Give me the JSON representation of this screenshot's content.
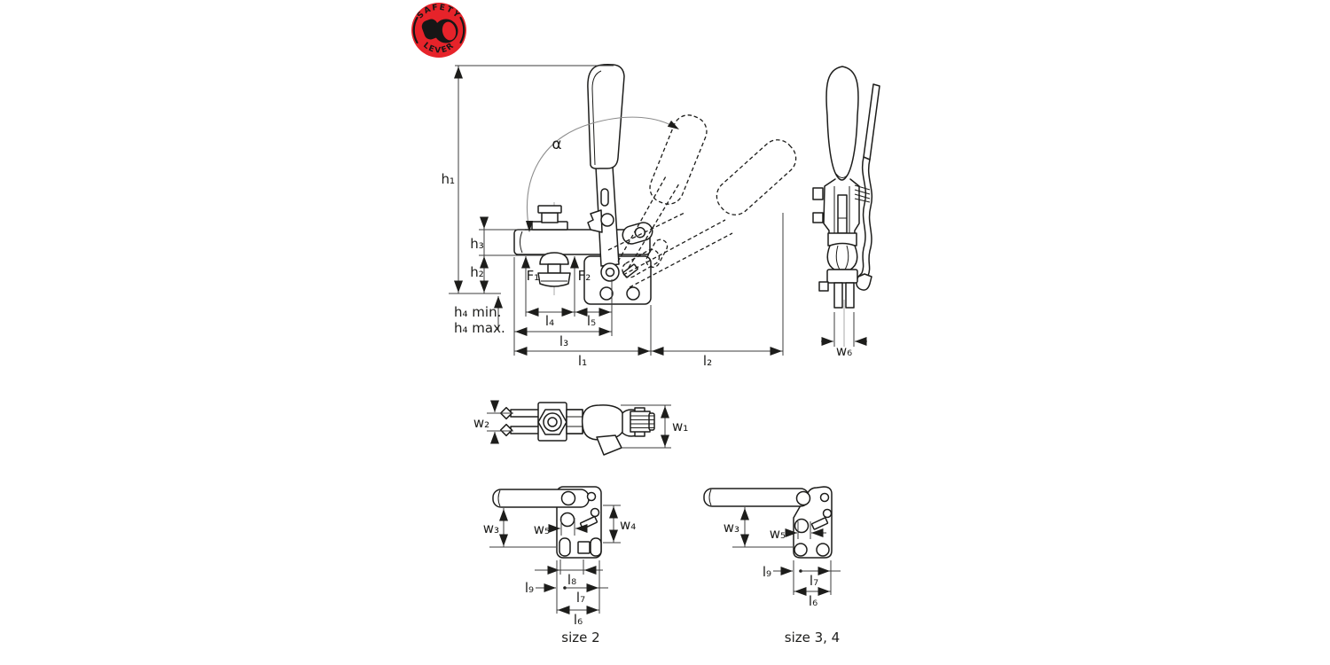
{
  "badge": {
    "top_text": "SAFETY",
    "bottom_text": "LEVER",
    "red": "#e6232a"
  },
  "main_view": {
    "alpha": "α",
    "h1": "h₁",
    "h3": "h₃",
    "h2": "h₂",
    "h4_min": "h₄ min.",
    "h4_max": "h₄ max.",
    "f1": "F₁",
    "f2": "F₂",
    "l4": "l₄",
    "l5": "l₅",
    "l3": "l₃",
    "l1": "l₁",
    "l2": "l₂"
  },
  "front_view": {
    "w6": "w₆"
  },
  "top_view": {
    "w2": "w₂",
    "w1": "w₁"
  },
  "size2_view": {
    "w3": "w₃",
    "w4": "w₄",
    "w5": "w₅",
    "l8": "l₈",
    "l9": "l₉",
    "l7": "l₇",
    "l6": "l₆",
    "caption": "size 2"
  },
  "size34_view": {
    "w3": "w₃",
    "w5": "w₅",
    "l9": "l₉",
    "l7": "l₇",
    "l6": "l₆",
    "caption": "size 3, 4"
  },
  "colors": {
    "line": "#1d1d1b",
    "badge_red": "#e6232a",
    "dim_line": "#3c3c3c"
  }
}
